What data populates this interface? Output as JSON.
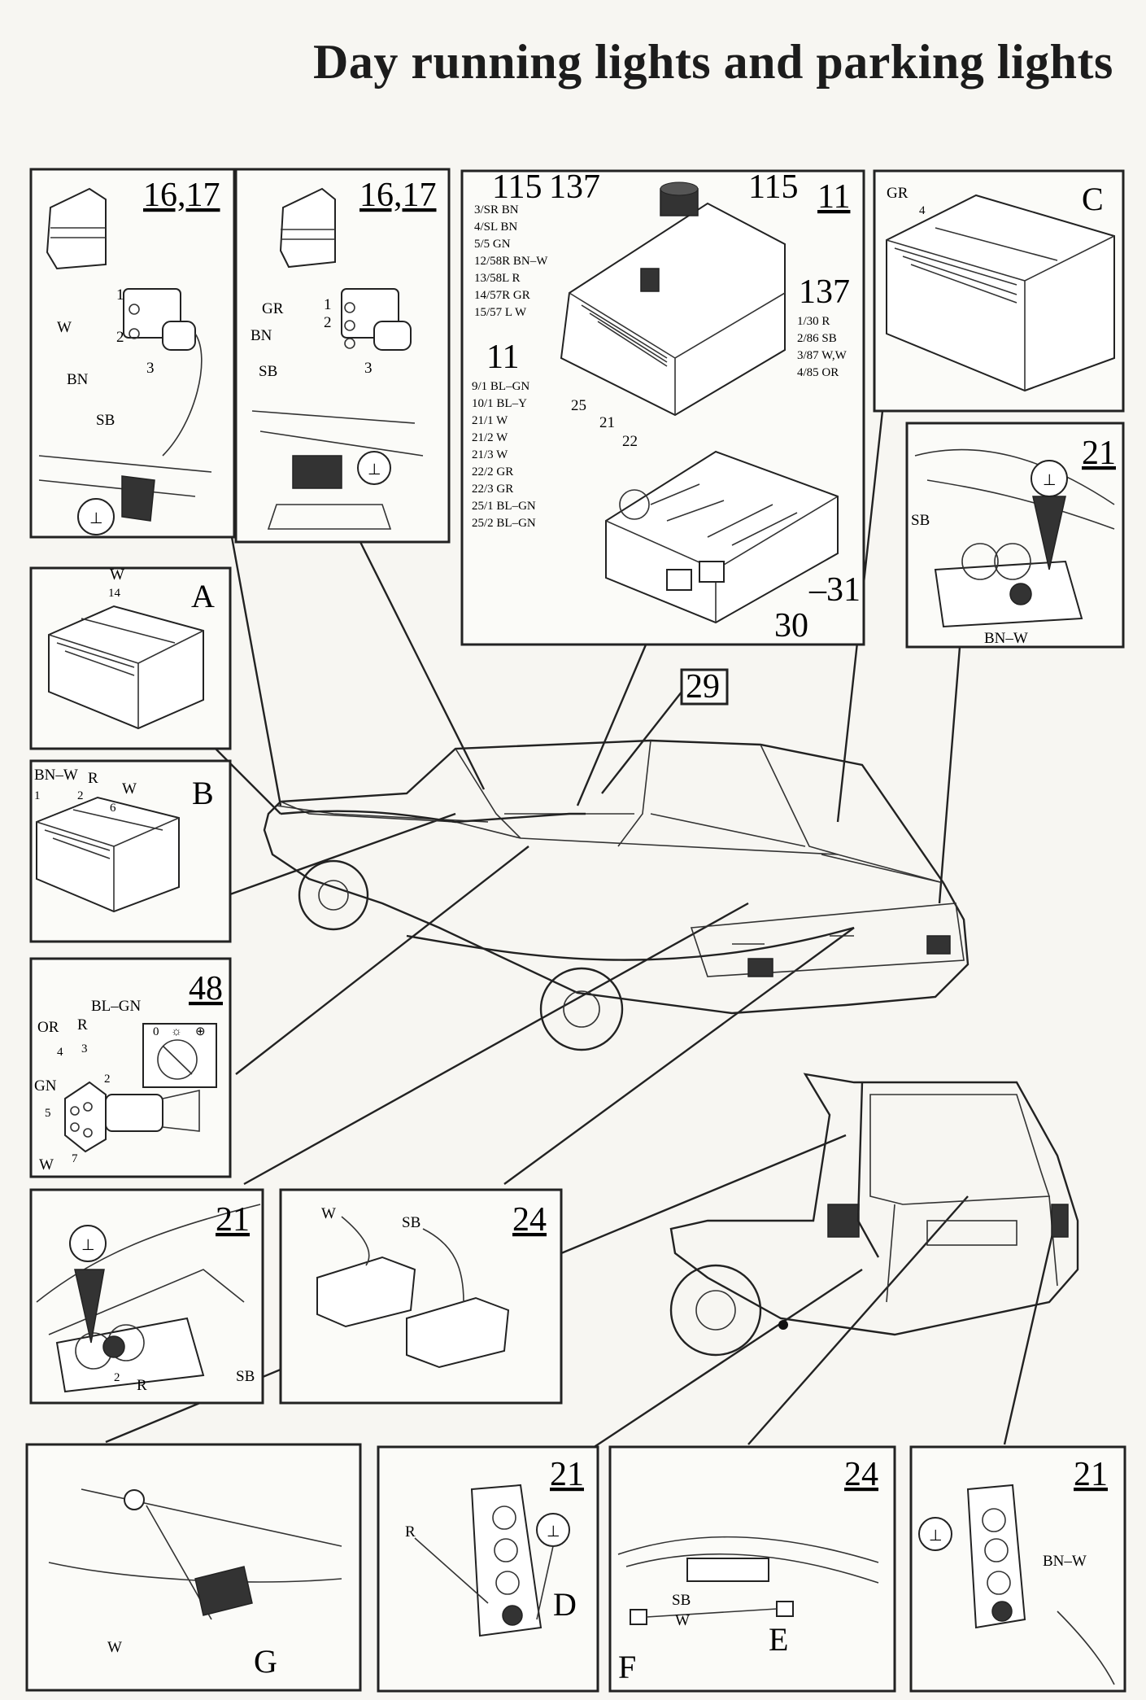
{
  "title": "Day running lights and parking lights",
  "panels": {
    "p1": {
      "number": "16,17",
      "wires": [
        "W",
        "BN",
        "SB"
      ],
      "pins": [
        "1",
        "2",
        "3"
      ]
    },
    "p2": {
      "number": "16,17",
      "wires": [
        "GR",
        "BN",
        "SB"
      ],
      "pins": [
        "1",
        "2",
        "3"
      ]
    },
    "fusebox": {
      "number": "11",
      "relay115": {
        "label": "115",
        "items": [
          "3/SR BN",
          "4/SL BN",
          "5/5 GN",
          "12/58R BN–W",
          "13/58L R",
          "14/57R GR",
          "15/57 L W"
        ]
      },
      "relay137": {
        "label": "137",
        "items": [
          "1/30 R",
          "2/86 SB",
          "3/87 W,W",
          "4/85 OR"
        ]
      },
      "fuse11": {
        "label": "11",
        "items": [
          "9/1 BL–GN",
          "10/1 BL–Y",
          "21/1 W",
          "21/2 W",
          "21/3 W",
          "22/2 GR",
          "22/3 GR",
          "25/1 BL–GN",
          "25/2 BL–GN"
        ]
      },
      "callouts": [
        "137",
        "115",
        "25",
        "21",
        "22",
        "–31",
        "30"
      ]
    },
    "C": {
      "letter": "C",
      "wire": "GR",
      "pin": "4"
    },
    "A": {
      "letter": "A",
      "wire": "W",
      "pin": "14"
    },
    "B": {
      "letter": "B",
      "wires": [
        "BN–W",
        "R",
        "W"
      ],
      "pins": [
        "1",
        "2",
        "6"
      ]
    },
    "p48": {
      "number": "48",
      "wires": [
        "OR",
        "R",
        "BL–GN",
        "GN",
        "W"
      ],
      "pins": [
        "4",
        "3",
        "2",
        "5",
        "7"
      ],
      "switch_marks": [
        "0",
        "☼",
        "⊕"
      ]
    },
    "p21a": {
      "number": "21",
      "wires": [
        "SB",
        "BN–W"
      ]
    },
    "p29": {
      "number": "29"
    },
    "p21b": {
      "number": "21",
      "wires": [
        "SB",
        "R"
      ],
      "pin": "2"
    },
    "p24a": {
      "number": "24",
      "wires": [
        "W",
        "SB"
      ]
    },
    "G": {
      "letter": "G",
      "wire": "W"
    },
    "D": {
      "number": "21",
      "letter": "D",
      "wire": "R"
    },
    "EF": {
      "number": "24",
      "letters": [
        "E",
        "F"
      ],
      "wires": [
        "SB",
        "W"
      ]
    },
    "p21c": {
      "number": "21",
      "wire": "BN–W"
    }
  },
  "ground_symbol": "⊥"
}
